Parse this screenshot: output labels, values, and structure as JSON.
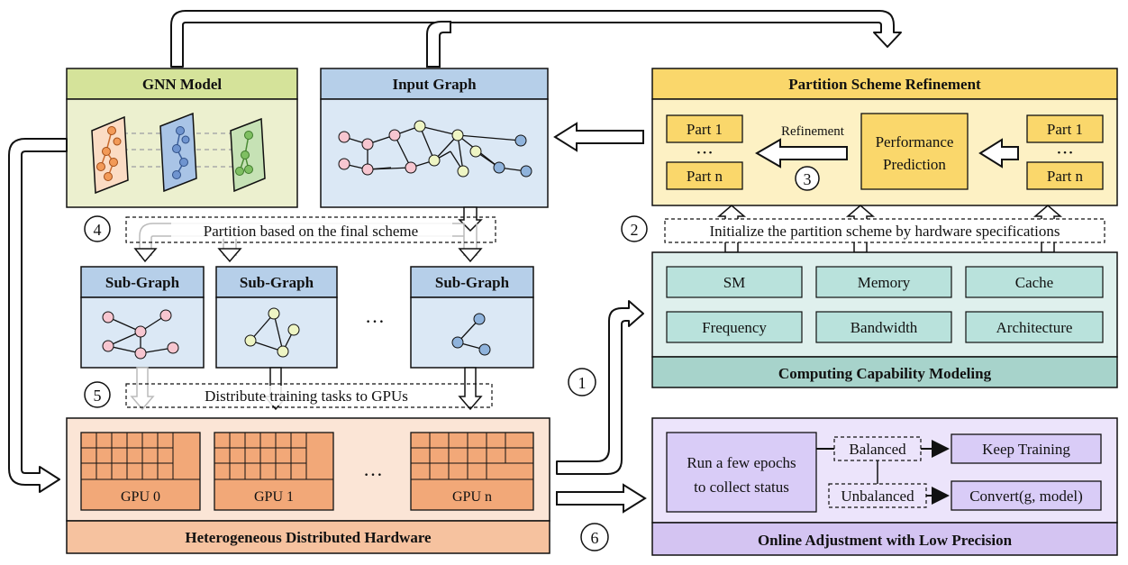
{
  "gnn_model": {
    "title": "GNN Model"
  },
  "input_graph": {
    "title": "Input Graph"
  },
  "partition_refinement": {
    "title": "Partition Scheme Refinement",
    "left_parts": {
      "first": "Part 1",
      "dots": "• • •",
      "last": "Part n"
    },
    "right_parts": {
      "first": "Part 1",
      "dots": "• • •",
      "last": "Part n"
    },
    "refinement_label": "Refinement",
    "performance_prediction_line1": "Performance",
    "performance_prediction_line2": "Prediction"
  },
  "steps": {
    "s1": "1",
    "s2": "2",
    "s3": "3",
    "s4": "4",
    "s5": "5",
    "s6": "6"
  },
  "labels": {
    "partition_final": "Partition based on the final scheme",
    "initialize": "Initialize the partition scheme by hardware specifications",
    "distribute": "Distribute training tasks to GPUs"
  },
  "subgraphs": {
    "title1": "Sub-Graph",
    "title2": "Sub-Graph",
    "title3": "Sub-Graph",
    "ellipsis": "…"
  },
  "computing": {
    "title": "Computing Capability Modeling",
    "items": [
      "SM",
      "Memory",
      "Cache",
      "Frequency",
      "Bandwidth",
      "Architecture"
    ]
  },
  "hardware": {
    "title": "Heterogeneous Distributed Hardware",
    "gpus": [
      "GPU 0",
      "GPU 1",
      "GPU n"
    ],
    "ellipsis": "…"
  },
  "online": {
    "title": "Online Adjustment with Low Precision",
    "run_line1": "Run a few epochs",
    "run_line2": "to collect status",
    "balanced": "Balanced",
    "unbalanced": "Unbalanced",
    "keep": "Keep Training",
    "convert": "Convert(g, model)"
  },
  "colors": {
    "green_header": "#d5e39a",
    "green_body": "#ecf0cf",
    "blue_header": "#b6cfe9",
    "blue_body": "#dbe8f5",
    "yellow_header": "#fad76b",
    "yellow_body": "#fdf1c4",
    "teal_header": "#a7d3cb",
    "teal_body": "#dff0ed",
    "teal_item": "#b9e2dc",
    "orange_header": "#f6c29f",
    "orange_body": "#fbe5d6",
    "orange_grid": "#f2a878",
    "purple_header": "#d4c4f2",
    "purple_body": "#ece4fb",
    "purple_item": "#d9ccf7",
    "pink_node": "#f7c6d0",
    "yellow_node": "#eef5c4",
    "blue_node": "#8fb3dc"
  }
}
